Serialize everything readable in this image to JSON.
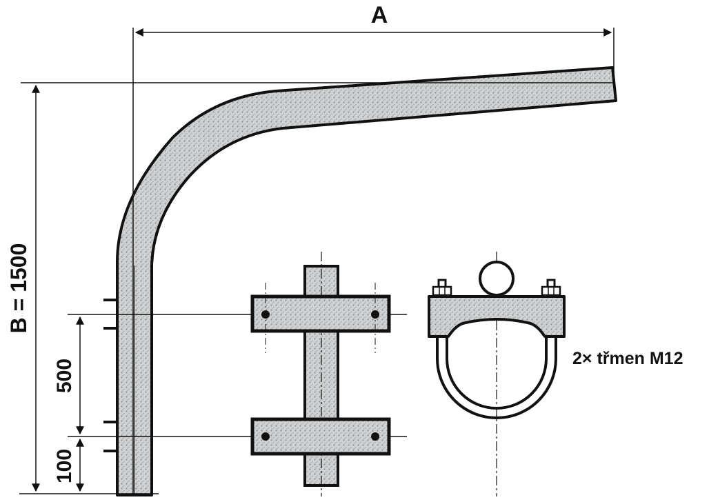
{
  "dimensions": {
    "width_label": "A",
    "height_label": "B = 1500",
    "spacing_label": "500",
    "bottom_label": "100"
  },
  "clamp": {
    "label": "2× třmen M12"
  },
  "colors": {
    "ink": "#111111",
    "steel": "#c9cbcc",
    "steel_dark": "#8f9294",
    "background": "#ffffff"
  }
}
